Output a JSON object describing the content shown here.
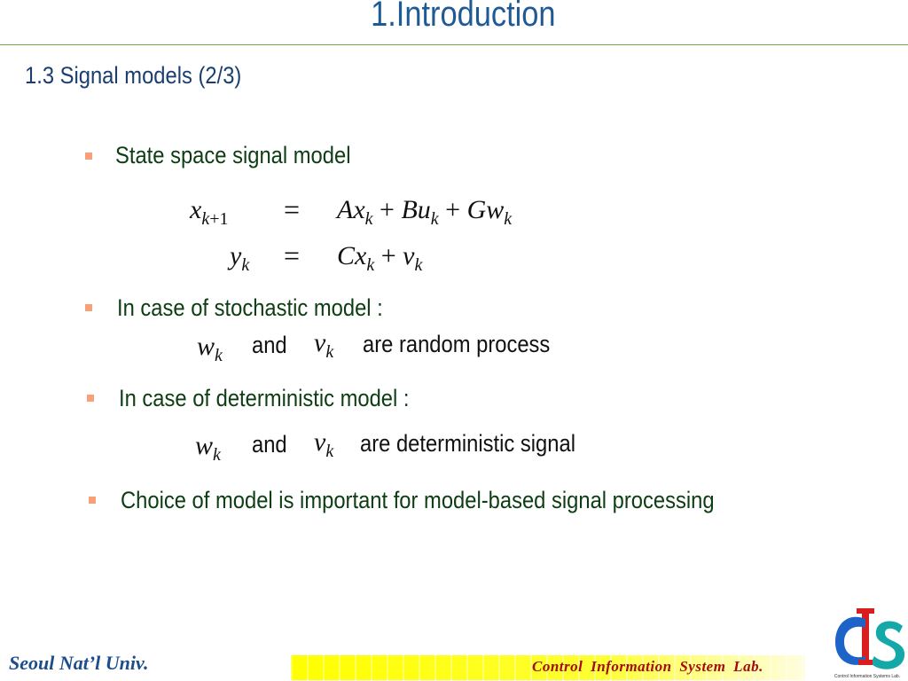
{
  "slide": {
    "title": "1.Introduction",
    "subtitle": "1.3 Signal models (2/3)"
  },
  "bullets": {
    "state_space": "State space signal model",
    "stochastic": "In case of stochastic model :",
    "stochastic_and": "and",
    "stochastic_tail": "are random process",
    "deterministic": "In case of deterministic model :",
    "deterministic_and": "and",
    "deterministic_tail": "are deterministic signal",
    "choice": "Choice of model is important for model-based signal processing"
  },
  "footer": {
    "university": "Seoul Nat’l Univ.",
    "lab": "Control  Information  System  Lab."
  },
  "logo": {
    "tiny_text": "Control Information Systems Lab.",
    "icon": "cis-logo-icon"
  },
  "colors": {
    "title": "#1f5a95",
    "rule": "#63b04a",
    "bullet_text": "#0d3d12",
    "bullet_marker": "#f7a07a",
    "footer_bar": "#ffff00",
    "lab_text": "#a80a0a",
    "university_text": "#1c4d8c"
  }
}
